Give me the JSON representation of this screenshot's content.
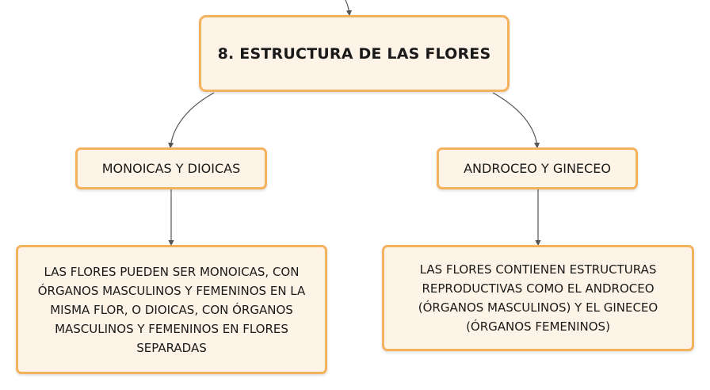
{
  "main_topic": {
    "title": "8. ESTRUCTURA DE LAS FLORES"
  },
  "left_branch": {
    "title": "MONOICAS Y DIOICAS",
    "detail": "LAS FLORES PUEDEN SER MONOICAS, CON ÓRGANOS MASCULINOS Y FEMENINOS EN LA MISMA FLOR, O DIOICAS, CON ÓRGANOS MASCULINOS Y FEMENINOS EN FLORES SEPARADAS"
  },
  "right_branch": {
    "title": "ANDROCEO Y GINECEO",
    "detail": "LAS FLORES CONTIENEN ESTRUCTURAS REPRODUCTIVAS COMO EL ANDROCEO (ÓRGANOS MASCULINOS) Y EL GINECEO (ÓRGANOS FEMENINOS)"
  },
  "colors": {
    "node_fill": "#fdf3e6",
    "node_border": "#f5b25d",
    "connector": "#555555"
  }
}
